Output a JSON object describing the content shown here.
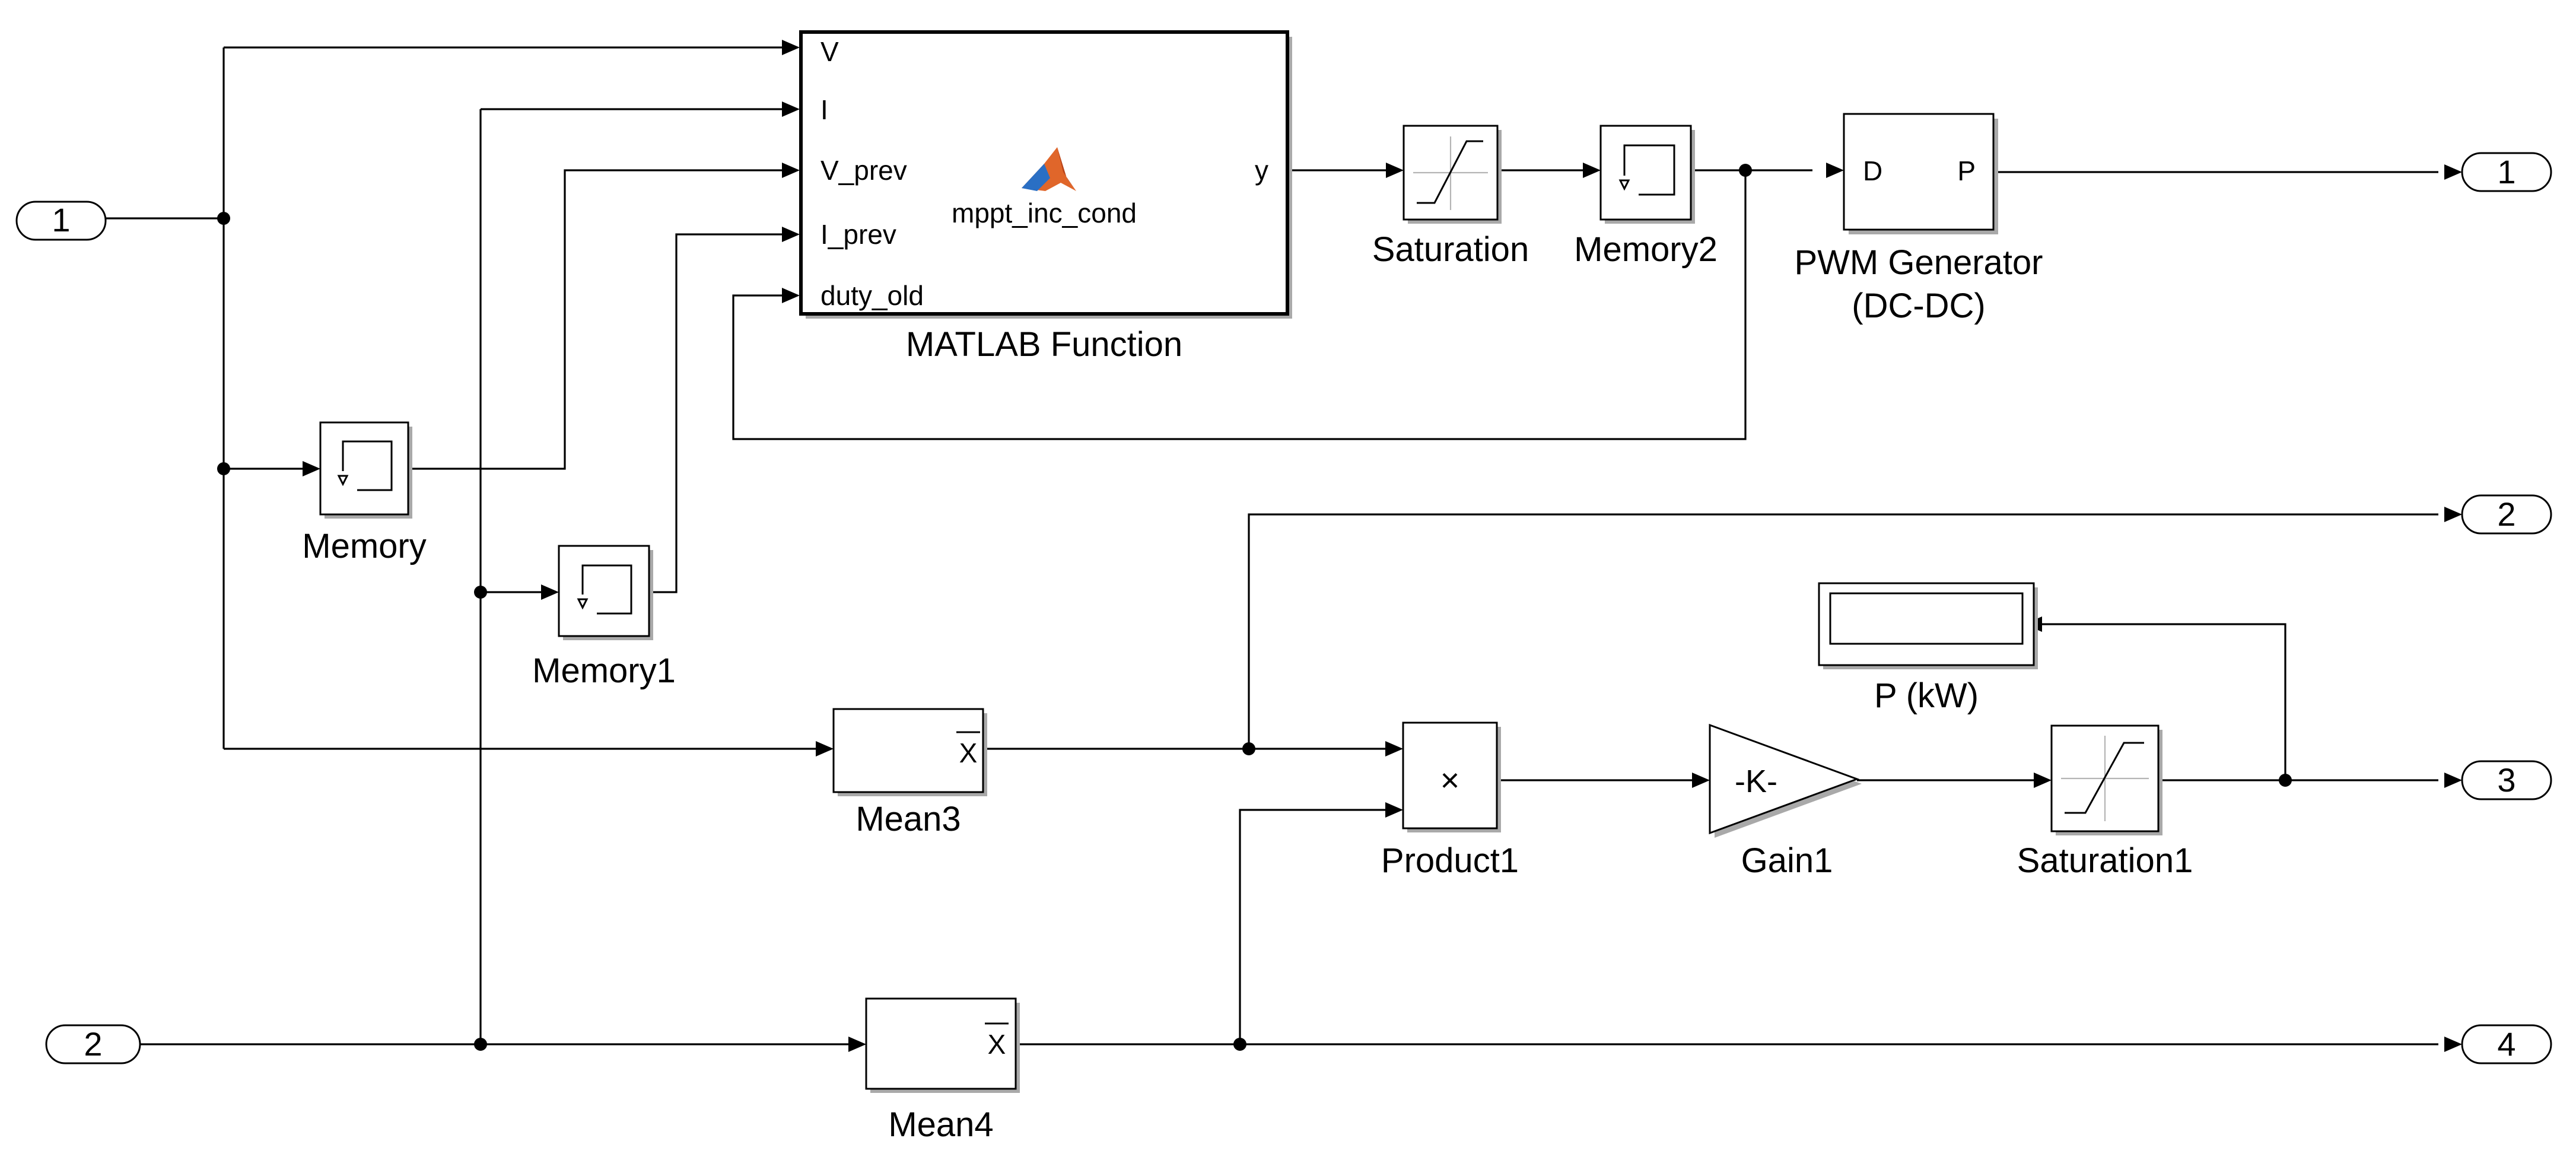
{
  "inports": [
    {
      "name": "inport-1",
      "label": "1"
    },
    {
      "name": "inport-2",
      "label": "2"
    }
  ],
  "outports": [
    {
      "name": "outport-1",
      "label": "1"
    },
    {
      "name": "outport-2",
      "label": "2"
    },
    {
      "name": "outport-3",
      "label": "3"
    },
    {
      "name": "outport-4",
      "label": "4"
    }
  ],
  "blocks": {
    "matlab_function": {
      "label": "MATLAB Function",
      "function_name": "mppt_inc_cond",
      "inputs": [
        "V",
        "I",
        "V_prev",
        "I_prev",
        "duty_old"
      ],
      "output": "y"
    },
    "saturation": {
      "label": "Saturation"
    },
    "memory2": {
      "label": "Memory2"
    },
    "pwm": {
      "label_line1": "PWM Generator",
      "label_line2": "(DC-DC)",
      "in_port": "D",
      "out_port": "P"
    },
    "memory": {
      "label": "Memory"
    },
    "memory1": {
      "label": "Memory1"
    },
    "mean3": {
      "label": "Mean3",
      "symbol": "X"
    },
    "mean4": {
      "label": "Mean4",
      "symbol": "X"
    },
    "product1": {
      "label": "Product1",
      "symbol": "×"
    },
    "gain1": {
      "label": "Gain1",
      "symbol": "-K-"
    },
    "saturation1": {
      "label": "Saturation1"
    },
    "display": {
      "label": "P (kW)"
    }
  },
  "colors": {
    "background": "#ffffff",
    "line": "#000000",
    "shadow": "#a9a9a9",
    "matlab_logo_orange": "#e0662a",
    "matlab_logo_blue": "#2a6fc4"
  }
}
